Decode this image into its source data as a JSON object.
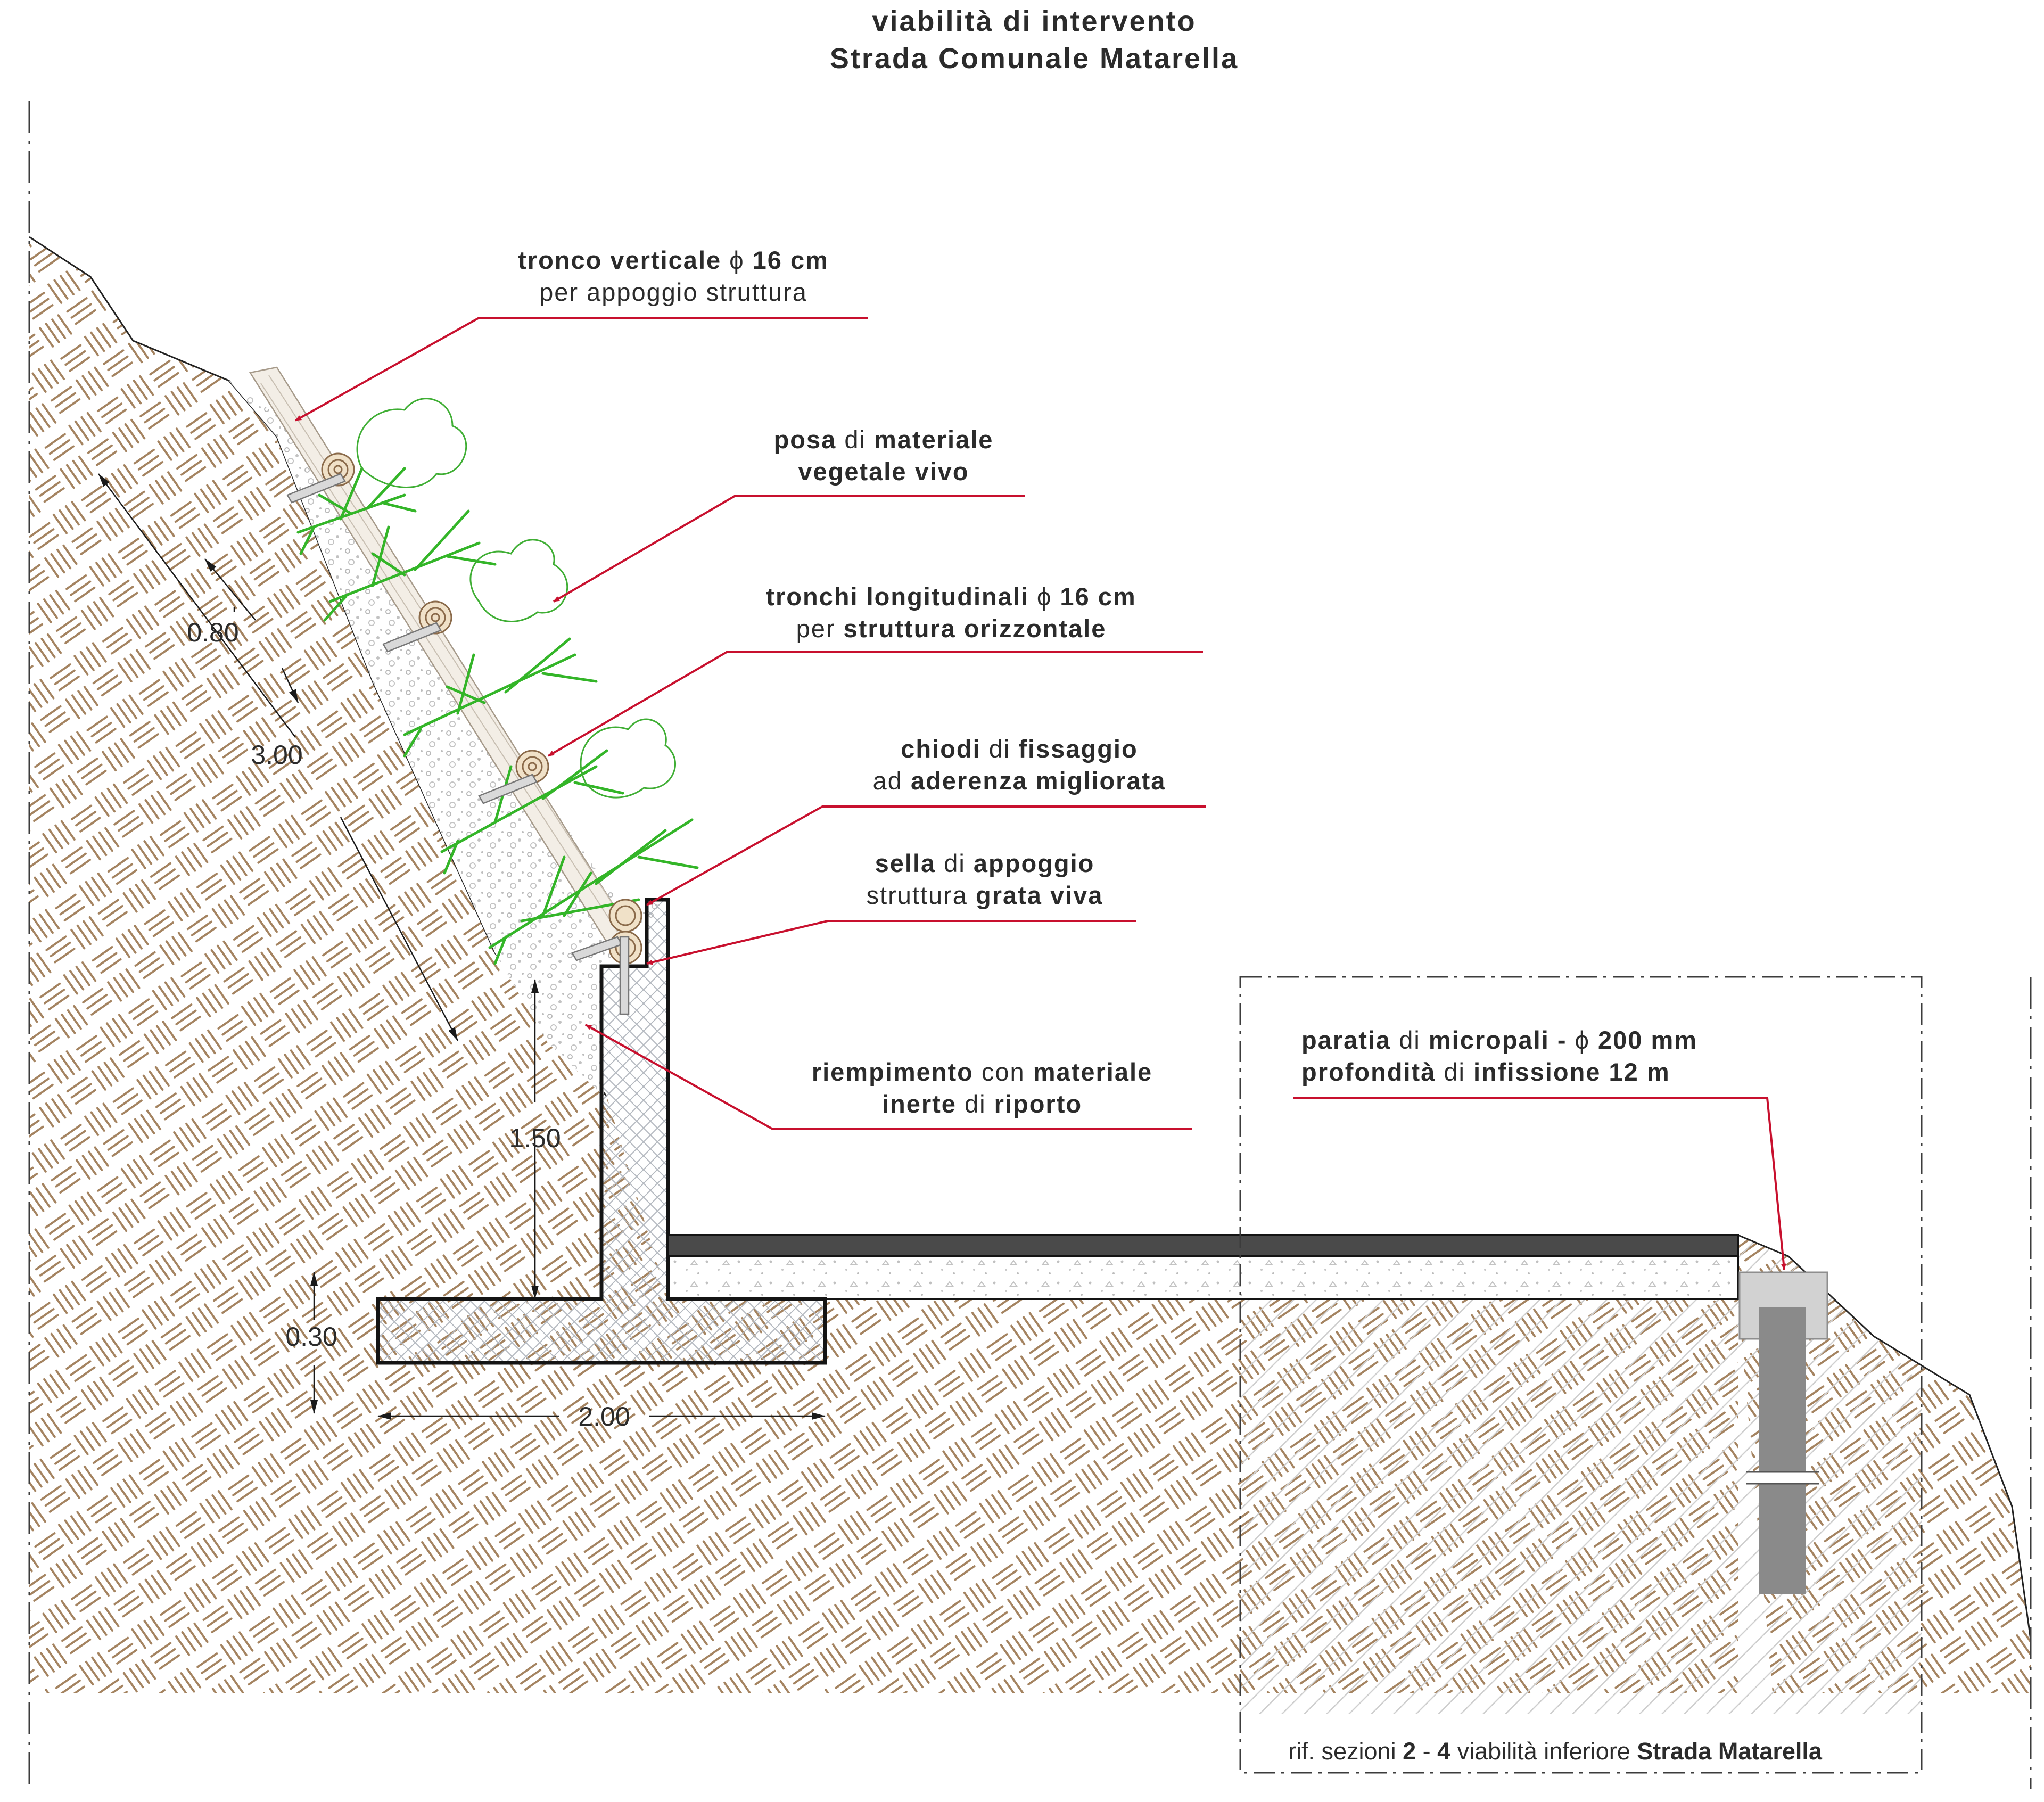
{
  "title": {
    "line1": [
      {
        "t": "viabilità",
        "b": true
      },
      {
        "t": " di ",
        "b": false
      },
      {
        "t": "intervento",
        "b": true
      }
    ],
    "line2": [
      {
        "t": "Strada Comunale Matarella",
        "b": true
      }
    ]
  },
  "labels": [
    {
      "id": "tronco-verticale",
      "lines": [
        [
          {
            "t": "tronco verticale ",
            "b": true
          },
          {
            "t": "ϕ",
            "b": false
          },
          {
            "t": " 16 cm",
            "b": true
          }
        ],
        [
          {
            "t": "per appoggio struttura",
            "b": false
          }
        ]
      ]
    },
    {
      "id": "posa-materiale",
      "lines": [
        [
          {
            "t": "posa",
            "b": true
          },
          {
            "t": " di ",
            "b": false
          },
          {
            "t": "materiale",
            "b": true
          }
        ],
        [
          {
            "t": "vegetale vivo",
            "b": true
          }
        ]
      ]
    },
    {
      "id": "tronchi-longitudinali",
      "lines": [
        [
          {
            "t": "tronchi longitudinali ",
            "b": true
          },
          {
            "t": "ϕ",
            "b": false
          },
          {
            "t": " 16 cm",
            "b": true
          }
        ],
        [
          {
            "t": "per ",
            "b": false
          },
          {
            "t": "struttura orizzontale",
            "b": true
          }
        ]
      ]
    },
    {
      "id": "chiodi-fissaggio",
      "lines": [
        [
          {
            "t": "chiodi",
            "b": true
          },
          {
            "t": " di ",
            "b": false
          },
          {
            "t": "fissaggio",
            "b": true
          }
        ],
        [
          {
            "t": "ad ",
            "b": false
          },
          {
            "t": "aderenza migliorata",
            "b": true
          }
        ]
      ]
    },
    {
      "id": "sella-appoggio",
      "lines": [
        [
          {
            "t": "sella",
            "b": true
          },
          {
            "t": " di ",
            "b": false
          },
          {
            "t": "appoggio",
            "b": true
          }
        ],
        [
          {
            "t": "struttura ",
            "b": false
          },
          {
            "t": "grata viva",
            "b": true
          }
        ]
      ]
    },
    {
      "id": "riempimento",
      "lines": [
        [
          {
            "t": "riempimento",
            "b": true
          },
          {
            "t": " con ",
            "b": false
          },
          {
            "t": "materiale",
            "b": true
          }
        ],
        [
          {
            "t": "inerte",
            "b": true
          },
          {
            "t": " di ",
            "b": false
          },
          {
            "t": "riporto",
            "b": true
          }
        ]
      ]
    },
    {
      "id": "paratia-micropali",
      "lines": [
        [
          {
            "t": "paratia",
            "b": true
          },
          {
            "t": " di ",
            "b": false
          },
          {
            "t": "micropali - ",
            "b": true
          },
          {
            "t": "ϕ",
            "b": false
          },
          {
            "t": " 200 mm",
            "b": true
          }
        ],
        [
          {
            "t": "profondità",
            "b": true
          },
          {
            "t": " di ",
            "b": false
          },
          {
            "t": "infissione 12 m",
            "b": true
          }
        ]
      ]
    }
  ],
  "dimensions": {
    "slope_step": "0.80",
    "slope_total": "3.00",
    "wall_height": "1.50",
    "footing_thickness": "0.30",
    "footing_width": "2.00"
  },
  "reference_note": [
    {
      "t": "rif. sezioni ",
      "b": false
    },
    {
      "t": "2",
      "b": true
    },
    {
      "t": " - ",
      "b": false
    },
    {
      "t": "4",
      "b": true
    },
    {
      "t": " viabilità inferiore ",
      "b": false
    },
    {
      "t": "Strada Matarella",
      "b": true
    }
  ],
  "colors": {
    "leader": "#c8102e",
    "vegetation": "#33b528",
    "soil_pattern": "#a48360",
    "concrete_hatch": "#9aa0a8",
    "asphalt": "#4a4a4a",
    "outline": "#141414",
    "micropile": "#8a8a8a"
  }
}
